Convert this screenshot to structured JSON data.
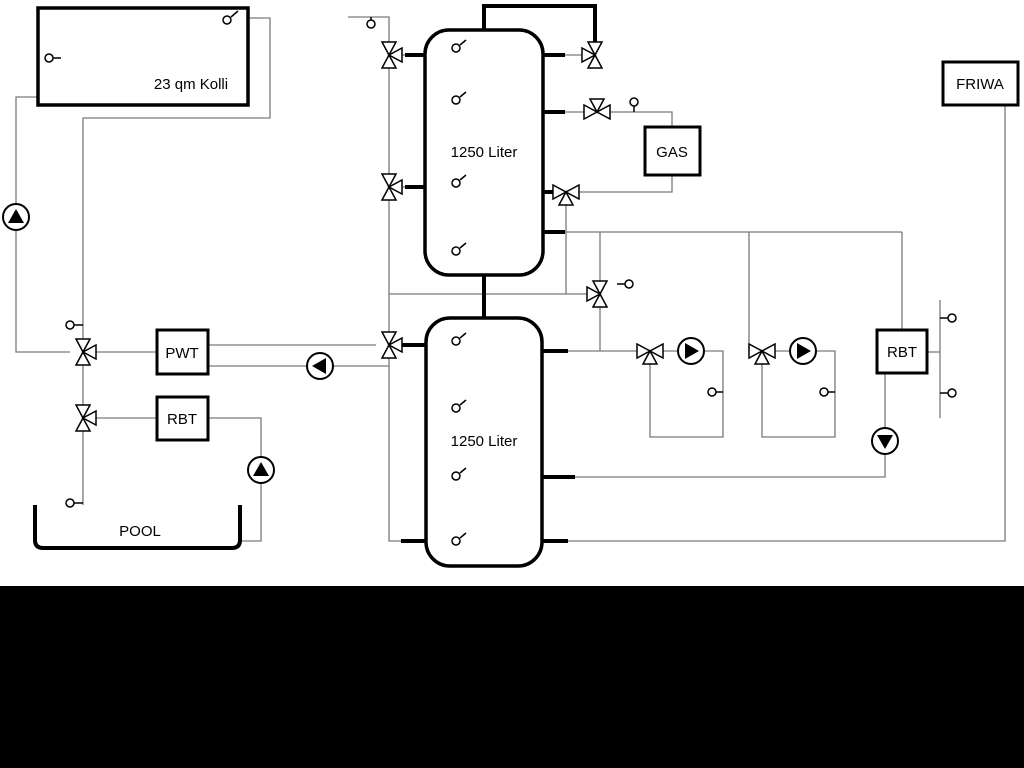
{
  "labels": {
    "collector": "23 qm Kolli",
    "tank_top": "1250 Liter",
    "tank_bottom": "1250 Liter",
    "gas": "GAS",
    "friwa": "FRIWA",
    "pwt": "PWT",
    "rbt_left": "RBT",
    "rbt_right": "RBT",
    "pool": "POOL"
  },
  "colors": {
    "pipe": "#7a7a7a",
    "component": "#000000",
    "footer": "#000000",
    "paper": "#ffffff"
  }
}
